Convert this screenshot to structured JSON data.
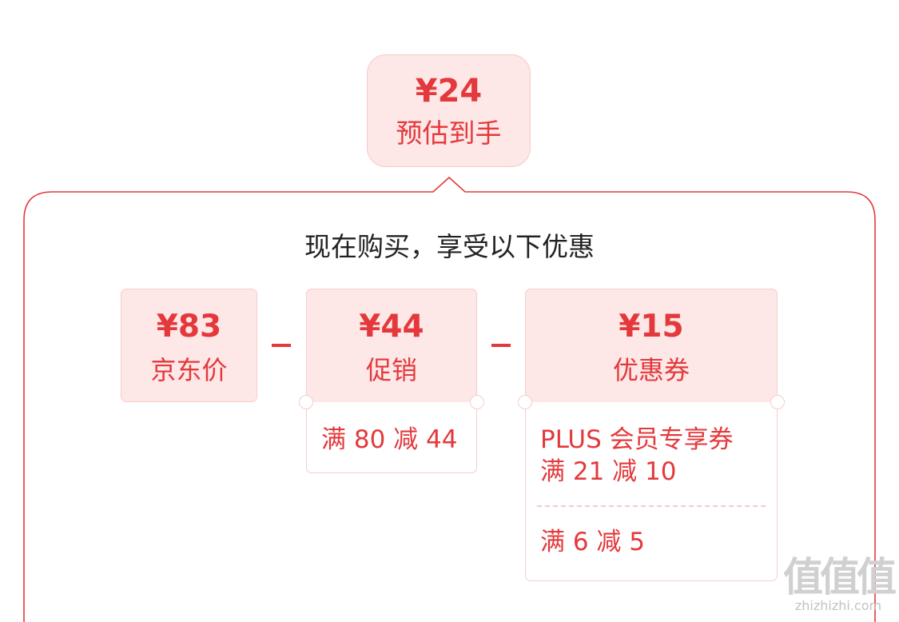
{
  "estimate": {
    "price": "¥24",
    "label": "预估到手"
  },
  "headline": "现在购买，享受以下优惠",
  "cards": {
    "jd_price": {
      "price": "¥83",
      "label": "京东价"
    },
    "promotion": {
      "price": "¥44",
      "label": "促销",
      "details": [
        "满 80 减 44"
      ]
    },
    "coupon": {
      "price": "¥15",
      "label": "优惠券",
      "details": [
        "PLUS 会员专享券",
        "满 21 减 10",
        "满 6 减 5"
      ]
    }
  },
  "operators": [
    "−",
    "−"
  ],
  "watermark": {
    "logo": "值值值",
    "url": "zhizhizhi.com"
  },
  "colors": {
    "accent": "#e4393c",
    "card_fill": "#fde7e7",
    "card_border": "#f6cdcd",
    "frame_stroke": "#e4393c",
    "text_dark": "#222222"
  }
}
